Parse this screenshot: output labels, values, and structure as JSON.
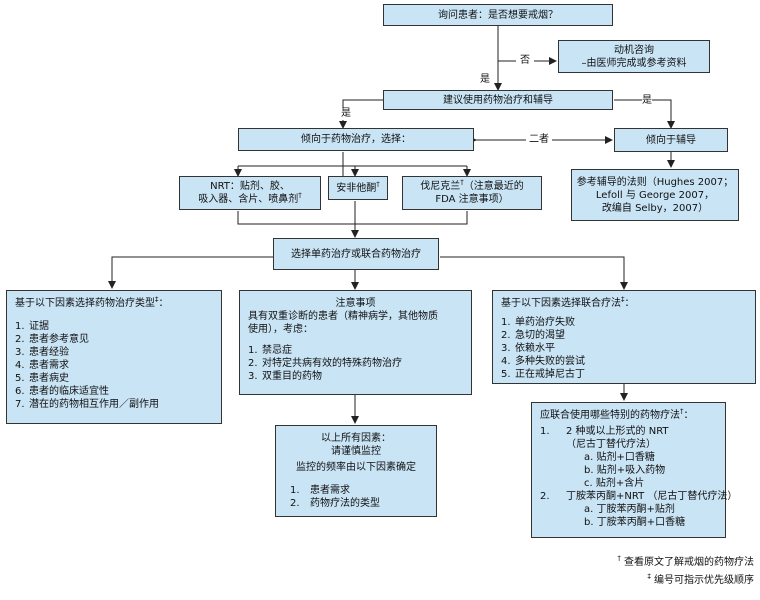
{
  "nodes": {
    "ask": "询问患者：是否想要戒烟？",
    "motivation_title": "动机咨询",
    "motivation_sub": "–由医师完成或参考资料",
    "recommend": "建议使用药物治疗和辅导",
    "prefer_drug": "倾向于药物治疗，选择：",
    "prefer_counsel": "倾向于辅导",
    "counsel_ref": [
      "参考辅导的法则（Hughes 2007；",
      "Lefoll 与  George 2007，",
      "改编自 Selby，2007）"
    ],
    "nrt": [
      "NRT：贴剂、胶、",
      "吸入器、含片、喷鼻剂"
    ],
    "bupropion": "安非他酮",
    "varenicline": [
      "伐尼克兰",
      "（注意最近的",
      "FDA 注意事项）"
    ],
    "mono_or_combo": "选择单药治疗或联合药物治疗",
    "drug_type_factors": {
      "title": "基于以下因素选择药物治疗类型",
      "items": [
        "证据",
        "患者参考意见",
        "患者经验",
        "患者需求",
        "患者病史",
        "患者的临床适宜性",
        "潜在的药物相互作用／副作用"
      ]
    },
    "cautions": {
      "title": "注意事项",
      "intro": [
        "具有双重诊断的患者（精神病学，其他物质",
        "使用），考虑："
      ],
      "items": [
        "禁忌症",
        "对特定共病有效的特殊药物治疗",
        "双重目的药物"
      ]
    },
    "combo_factors": {
      "title": "基于以下因素选择联合疗法",
      "items": [
        "单药治疗失败",
        "急切的渴望",
        "依赖水平",
        "多种失败的尝试",
        "正在戒掉尼古丁"
      ]
    },
    "monitor": {
      "line1": "以上所有因素：",
      "line2": "请谨慎监控",
      "line3": "监控的频率由以下因素确定",
      "items": [
        "患者需求",
        "药物疗法的类型"
      ]
    },
    "special_combo": {
      "title": "应联合使用哪些特别的药物疗法",
      "item1": "2 种或以上形式的 NRT",
      "item1_note": "（尼古丁替代疗法）",
      "item1_subs": [
        "a. 贴剂+口香糖",
        "b. 贴剂+吸入药物",
        "c. 贴剂+含片"
      ],
      "item2": "丁胺苯丙酮+NRT  （尼古丁替代疗法）",
      "item2_subs": [
        "a. 丁胺苯丙酮+贴剂",
        "b. 丁胺苯丙酮+口香糖"
      ]
    }
  },
  "edge_labels": {
    "no": "否",
    "yes1": "是",
    "yes2": "是",
    "yes3": "是",
    "both": "二者"
  },
  "marks": {
    "dagger": "†",
    "ddagger": "‡"
  },
  "footnotes": {
    "dagger": "查看原文了解戒烟的药物疗法",
    "ddagger": "编号可指示优先级顺序"
  },
  "colors": {
    "box_fill": "#c9e4f5",
    "border": "#333333",
    "line": "#222222"
  }
}
